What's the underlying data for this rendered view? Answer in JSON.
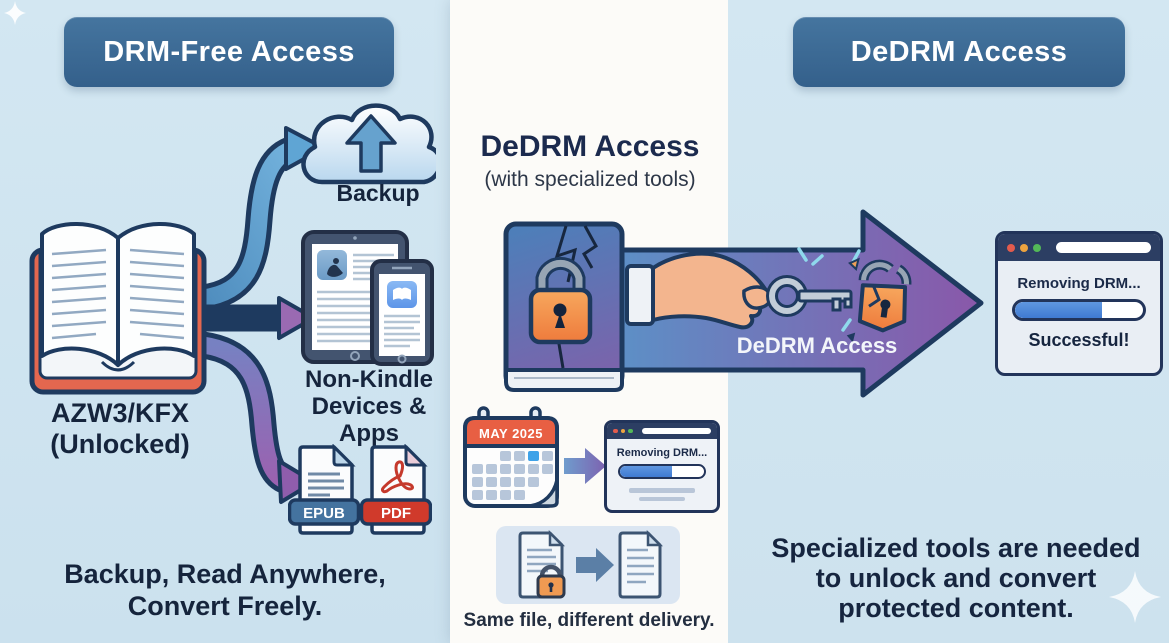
{
  "left": {
    "banner": "DRM-Free Access",
    "backup_label": "Backup",
    "book_label_line1": "AZW3/KFX",
    "book_label_line2": "(Unlocked)",
    "devices_label_line1": "Non-Kindle",
    "devices_label_line2": "Devices & Apps",
    "epub_badge": "EPUB",
    "pdf_badge": "PDF",
    "caption_line1": "Backup, Read Anywhere,",
    "caption_line2": "Convert Freely."
  },
  "middle": {
    "title": "DeDRM Access",
    "subtitle": "(with specialized tools)",
    "arrow_label": "DeDRM Access",
    "calendar_header": "MAY 2025",
    "mini_browser_status": "Removing DRM...",
    "mini_browser_progress_percent": 62,
    "same_file_caption": "Same file, different delivery."
  },
  "right": {
    "banner": "DeDRM Access",
    "browser_status_removing": "Removing DRM...",
    "browser_status_success": "Successful!",
    "browser_progress_percent": 68,
    "caption_line1": "Specialized tools are needed",
    "caption_line2": "to unlock and convert",
    "caption_line3": "protected content."
  },
  "colors": {
    "panel_blue": "#cfe4f0",
    "panel_white": "#fcfbf8",
    "banner_blue": "#3c6d98",
    "arrow_blue": "#5d8fc6",
    "arrow_purple": "#8a57a9",
    "outline_navy": "#1e3a5f",
    "lock_orange": "#f0944f",
    "progress_blue": "#4a86d8",
    "calendar_red": "#e85f43",
    "pdf_red": "#d03a2b",
    "epub_blue": "#44739f"
  }
}
